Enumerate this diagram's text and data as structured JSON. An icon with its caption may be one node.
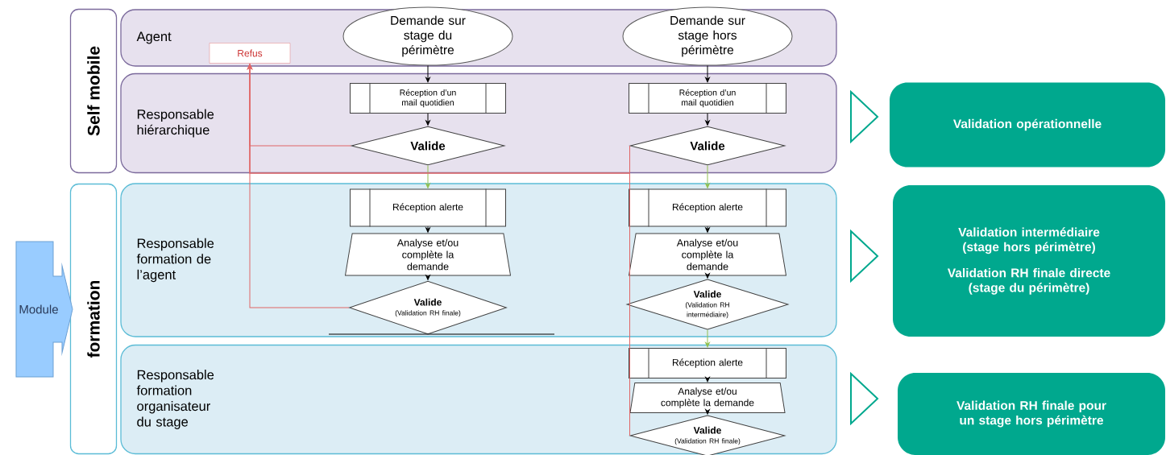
{
  "diagram": {
    "nodes": [
      {
        "text": [
          "Self mobile"
        ]
      },
      {
        "text": [
          "formation"
        ]
      },
      {
        "text": [
          "Agent"
        ]
      },
      {
        "text": [
          "Responsable hiérarchique"
        ]
      },
      {
        "text": [
          "Responsable formation de l’agent"
        ]
      },
      {
        "text": [
          "Responsable formation organisateur du stage"
        ]
      },
      {
        "text": [
          "Refus"
        ],
        "in": 2
      },
      {
        "text": [
          "Demande sur stage du périmètre"
        ],
        "in": 2
      },
      {
        "text": [
          "Demande sur stage hors périmètre"
        ],
        "in": 2
      },
      {
        "text": [
          "Réception d’un mail quotidien"
        ],
        "in": 3
      },
      {
        "text": [
          "Réception d’un mail quotidien"
        ],
        "in": 3
      },
      {
        "text": [
          "Valide"
        ],
        "in": 3
      },
      {
        "text": [
          "Valide"
        ],
        "in": 3
      },
      {
        "text": [
          "Réception alerte"
        ],
        "in": 4
      },
      {
        "text": [
          "Réception alerte"
        ],
        "in": 4
      },
      {
        "text": [
          "Analyse et/ou complète la demande"
        ],
        "in": 4
      },
      {
        "text": [
          "Analyse et/ou complète la demande"
        ],
        "in": 4
      },
      {
        "text": [
          "Valide",
          "(Validation RH finale)"
        ],
        "in": 4
      },
      {
        "text": [
          "Valide",
          "(Validation RH intermédiaire)"
        ],
        "in": 4
      },
      {
        "text": [
          "Réception alerte"
        ],
        "in": 5
      },
      {
        "text": [
          "Analyse et/ou complète la demande"
        ],
        "in": 5
      },
      {
        "text": [
          "Valide",
          "(Validation RH finale)"
        ],
        "in": 5
      },
      {
        "text": [
          "Module"
        ]
      },
      {
        "text": [
          "Validation opérationnelle"
        ]
      },
      {
        "text": [
          "Validation intermédiaire (stage hors périmètre)",
          "Validation RH finale directe (stage du périmètre)"
        ]
      },
      {
        "text": [
          "Validation RH finale pour un stage hors périmètre"
        ]
      }
    ],
    "edges": [
      {
        "from": 7,
        "to": 9,
        "arrow": "to"
      },
      {
        "from": 9,
        "to": 11,
        "arrow": "to"
      },
      {
        "from": 11,
        "to": 13,
        "arrow": "to",
        "color": "#92c050"
      },
      {
        "from": 13,
        "to": 15,
        "arrow": "to"
      },
      {
        "from": 15,
        "to": 17,
        "arrow": "to"
      },
      {
        "from": 8,
        "to": 10,
        "arrow": "to"
      },
      {
        "from": 10,
        "to": 12,
        "arrow": "to"
      },
      {
        "from": 12,
        "to": 14,
        "arrow": "to",
        "color": "#92c050"
      },
      {
        "from": 14,
        "to": 16,
        "arrow": "to"
      },
      {
        "from": 16,
        "to": 18,
        "arrow": "to"
      },
      {
        "from": 18,
        "to": 19,
        "arrow": "to",
        "color": "#92c050"
      },
      {
        "from": 19,
        "to": 20,
        "arrow": "to"
      },
      {
        "from": 20,
        "to": 21,
        "arrow": "to"
      },
      {
        "from": 11,
        "to": 6,
        "arrow": "to",
        "color": "#e06666"
      },
      {
        "from": 12,
        "to": 6,
        "arrow": "to",
        "color": "#e06666"
      },
      {
        "from": 17,
        "to": 6,
        "arrow": "to",
        "color": "#e06666"
      },
      {
        "from": 21,
        "to": 6,
        "arrow": "to",
        "color": "#e06666"
      }
    ]
  }
}
